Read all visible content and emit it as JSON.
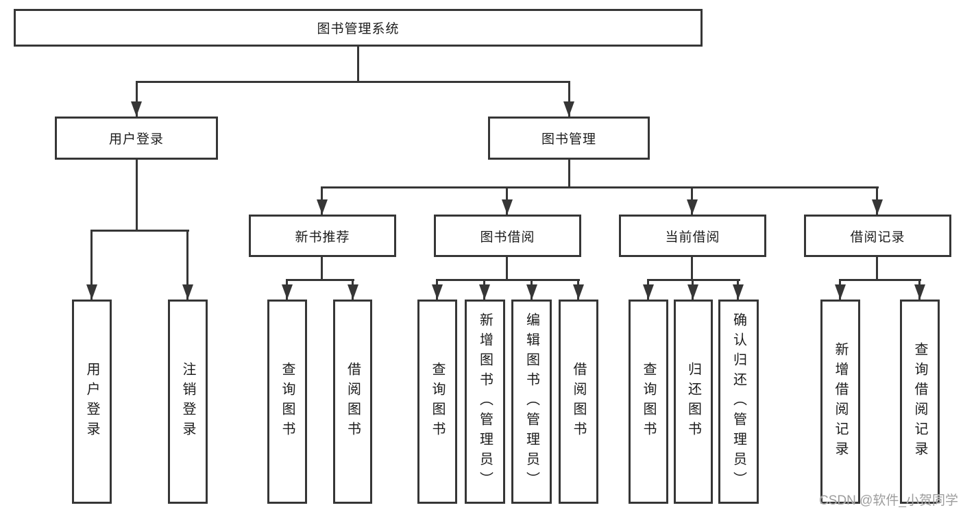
{
  "tree": {
    "root": "图书管理系统",
    "user_login": {
      "label": "用户登录",
      "children": [
        "用户登录",
        "注销登录"
      ]
    },
    "book_management": {
      "label": "图书管理",
      "sections": {
        "new_book_recommend": {
          "label": "新书推荐",
          "children": [
            "查询图书",
            "借阅图书"
          ]
        },
        "book_borrowing": {
          "label": "图书借阅",
          "children": [
            "查询图书",
            "新增图书（管理员）",
            "编辑图书（管理员）",
            "借阅图书"
          ]
        },
        "current_borrowing": {
          "label": "当前借阅",
          "children": [
            "查询图书",
            "归还图书",
            "确认归还（管理员）"
          ]
        },
        "borrowing_records": {
          "label": "借阅记录",
          "children": [
            "新增借阅记录",
            "查询借阅记录"
          ]
        }
      }
    }
  },
  "watermark": "CSDN @软件_小贺同学",
  "colors": {
    "line": "#363636",
    "text": "#1c1c1c",
    "watermark": "#9d9d9d",
    "background": "#ffffff"
  }
}
